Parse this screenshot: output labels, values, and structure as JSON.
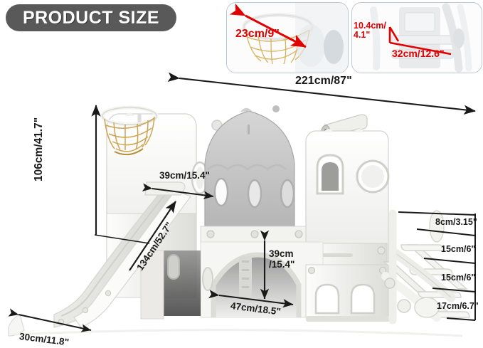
{
  "title": {
    "text": "PRODUCT SIZE",
    "badge_color": "#595959",
    "text_color": "#ffffff"
  },
  "colors": {
    "dimension_line": "#1a1a1a",
    "inset_accent": "#e00000",
    "inset_border": "#b9c6d4",
    "product_white": "#f7f7f5",
    "product_gray": "#c8c8c8",
    "net_tan": "#c9a14a",
    "background": "#ffffff"
  },
  "insets": [
    {
      "name": "basketball-hoop",
      "label": "23cm/9\""
    },
    {
      "name": "ladder-step",
      "label_depth": "10.4cm/\n4.1\"",
      "label_width": "32cm/12.6\""
    }
  ],
  "dimensions": {
    "overall_width": "221cm/87\"",
    "overall_height": "106cm/41.7\"",
    "slide_length": "134cm/52.7\"",
    "slide_width": "39cm/15.4\"",
    "slide_base_width": "30cm/11.8\"",
    "tunnel_height": "39cm\n/15.4\"",
    "tunnel_width": "47cm/18.5\"",
    "step_rise_1": "8cm/3.15\"",
    "step_rise_2": "15cm/6\"",
    "step_rise_3": "15cm/6\"",
    "step_rise_4": "17cm/6.7\""
  }
}
